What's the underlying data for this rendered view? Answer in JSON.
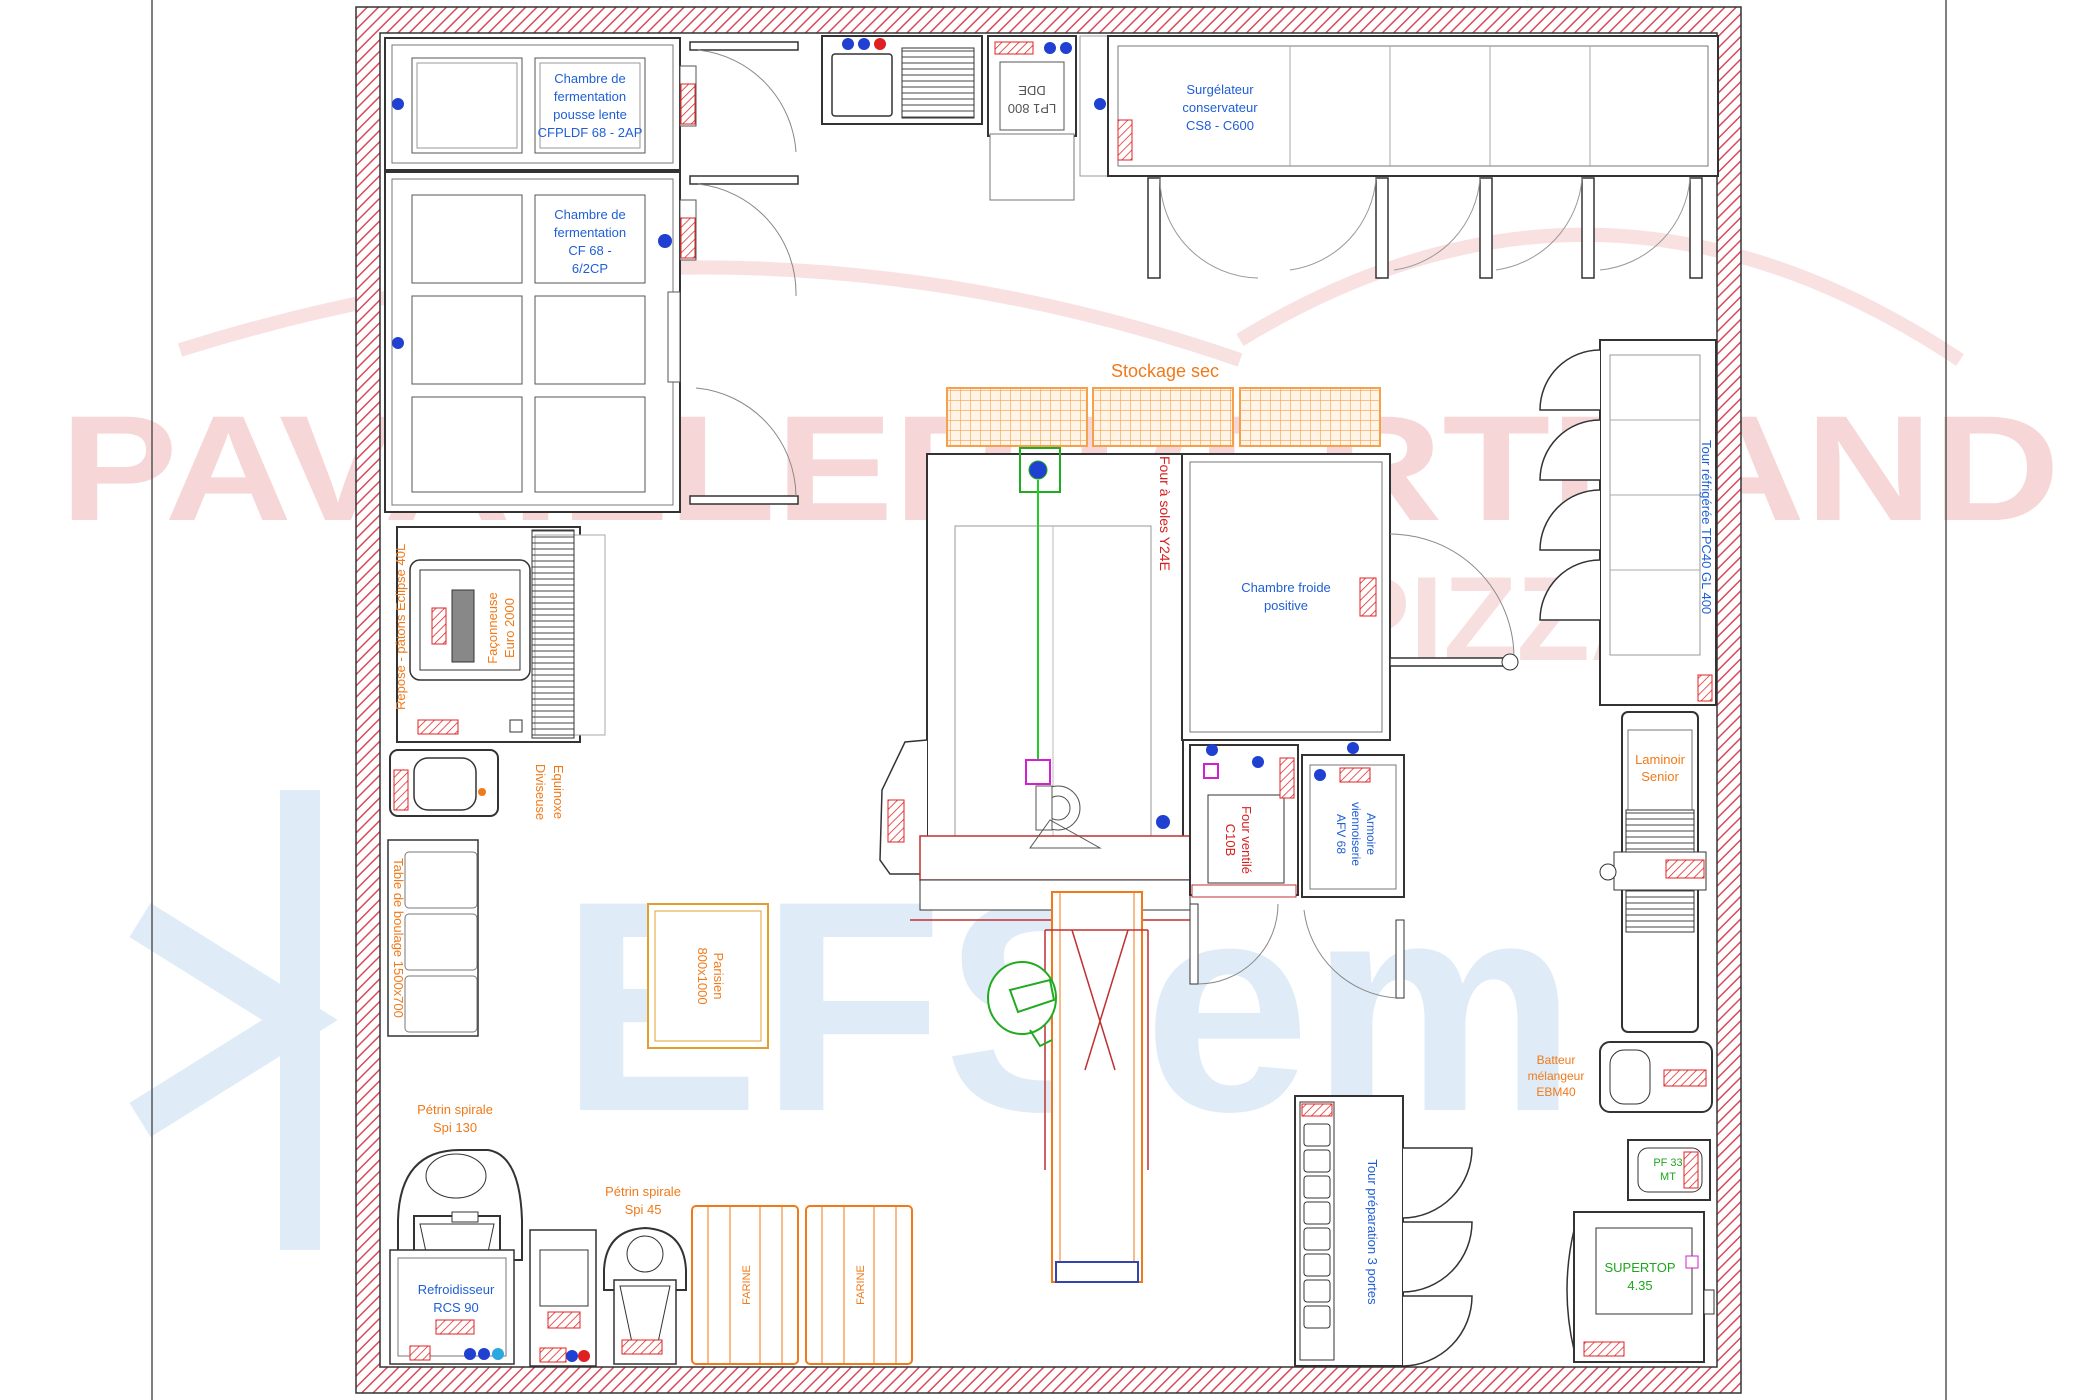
{
  "colors": {
    "wall": "#d94a5a",
    "equipment": "#333333",
    "blue_label": "#1f5fd6",
    "orange_label": "#f07a1a",
    "red_label": "#d81f1f",
    "green_label": "#1ea61e",
    "storage_rack": "#f5a04a",
    "watermark_red": "#f6d2d2",
    "watermark_blue": "#dceaf7"
  },
  "watermark": {
    "line1": "PAVAILLER BERTRAND",
    "line2": "PIZZA",
    "logo": "EFSem"
  },
  "labels": {
    "cfpldf": [
      "Chambre de",
      "fermentation",
      "pousse lente",
      "CFPLDF 68 - 2AP"
    ],
    "cf68": [
      "Chambre de",
      "fermentation",
      "CF 68 -",
      "6/2CP"
    ],
    "lp1": [
      "LP1 800",
      "DDE"
    ],
    "surgelateur": [
      "Surgélateur",
      "conservateur",
      "CS8 - C600"
    ],
    "stockage_sec": "Stockage sec",
    "four_soles": "Four à soles Y24E",
    "chambre_froide": [
      "Chambre froide",
      "positive"
    ],
    "tour_refrigeree": "Tour réfrigérée TPC40 GL 400",
    "repose_patons": "Repose - pâtons Eclipse 40L",
    "faconneuse": [
      "Façonneuse",
      "Euro 2000"
    ],
    "diviseuse": [
      "Diviseuse",
      "Equinoxe"
    ],
    "table_boulage": "Table de boulage 1500x700",
    "parisien": [
      "Parisien",
      "800x1000"
    ],
    "four_ventile": [
      "Four ventilé",
      "C10B"
    ],
    "armoire": [
      "Armoire",
      "viennoiserie",
      "AFV 68"
    ],
    "laminoir": [
      "Laminoir",
      "Senior"
    ],
    "batteur": [
      "Batteur",
      "mélangeur",
      "EBM40"
    ],
    "pf33": [
      "PF 33",
      "MT"
    ],
    "supertop": [
      "SUPERTOP",
      "4.35"
    ],
    "tour_preparation": "Tour préparation 3 portes",
    "petrin130": [
      "Pétrin spirale",
      "Spi 130"
    ],
    "petrin45": [
      "Pétrin spirale",
      "Spi 45"
    ],
    "refroidisseur": [
      "Refroidisseur",
      "RCS 90"
    ],
    "farine1": "FARINE",
    "farine2": "FARINE"
  }
}
